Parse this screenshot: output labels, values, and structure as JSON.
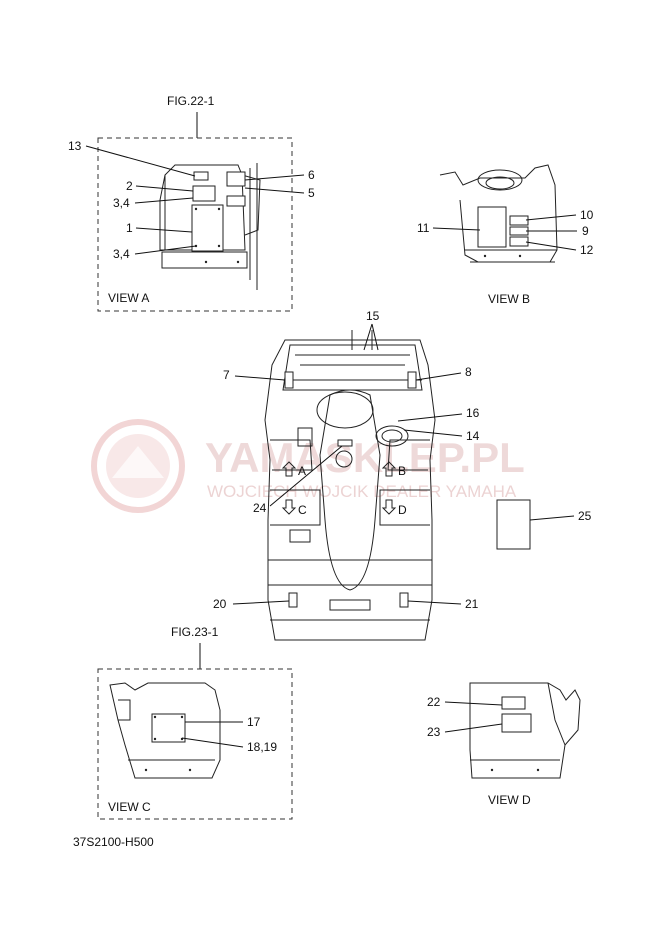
{
  "figure_refs": {
    "fig_22": "FIG.22-1",
    "fig_23": "FIG.23-1"
  },
  "views": {
    "a": "VIEW A",
    "b": "VIEW B",
    "c": "VIEW C",
    "d": "VIEW D"
  },
  "arrows": {
    "a": "A",
    "b": "B",
    "c": "C",
    "d": "D"
  },
  "callouts": {
    "c1": "1",
    "c2": "2",
    "c3_4_top": "3,4",
    "c3_4_bottom": "3,4",
    "c5": "5",
    "c6": "6",
    "c7": "7",
    "c8": "8",
    "c9": "9",
    "c10": "10",
    "c11": "11",
    "c12": "12",
    "c13": "13",
    "c14": "14",
    "c15": "15",
    "c16": "16",
    "c17": "17",
    "c18_19": "18,19",
    "c20": "20",
    "c21": "21",
    "c22": "22",
    "c23": "23",
    "c24": "24",
    "c25": "25"
  },
  "watermark": {
    "line1": "YAMASKLEP.PL",
    "line2": "WOJCIECH WOJCIK DEALER YAMAHA"
  },
  "diagram_code": "37S2100-H500",
  "colors": {
    "watermark": "#e8c9c9",
    "line": "#111111"
  }
}
